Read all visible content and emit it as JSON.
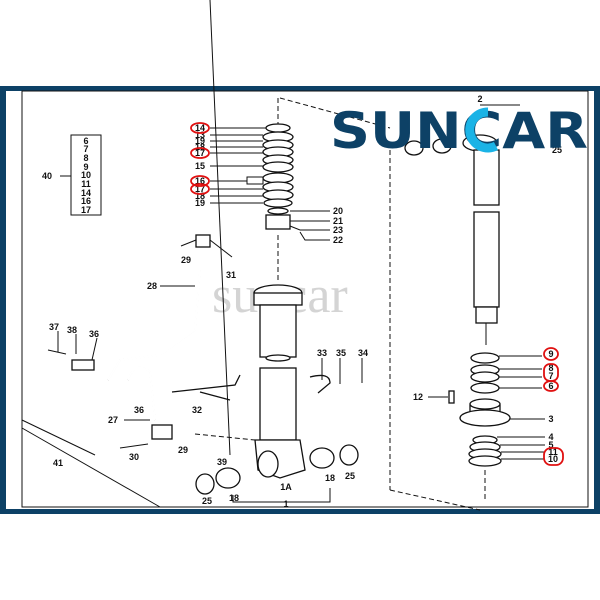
{
  "brand": {
    "logo_text": "SUNCAR",
    "watermark": "suncar",
    "logo_color": "#0d4166",
    "accent_color": "#1ab3e6",
    "highlight_color": "#e01010"
  },
  "kit_box": {
    "label": "40",
    "items": [
      "6",
      "7",
      "8",
      "9",
      "10",
      "11",
      "14",
      "16",
      "17"
    ]
  },
  "labels": {
    "l14a": "14",
    "l13": "13",
    "l19a": "19",
    "l18a": "18",
    "l17a": "17",
    "l15": "15",
    "l16": "16",
    "l17b": "17",
    "l18b": "18",
    "l19b": "19",
    "l20": "20",
    "l21": "21",
    "l23": "23",
    "l22": "22",
    "l29a": "29",
    "l31": "31",
    "l28": "28",
    "l37": "37",
    "l38": "38",
    "l36a": "36",
    "l33": "33",
    "l35": "35",
    "l34": "34",
    "l36b": "36",
    "l32": "32",
    "l27": "27",
    "l30": "30",
    "l29b": "29",
    "l41": "41",
    "l39": "39",
    "l18c": "18",
    "l25a": "25",
    "l1A": "1A",
    "l1": "1",
    "l18d": "18",
    "l25b": "25",
    "l2": "2",
    "l25c": "25",
    "l9": "9",
    "l8": "8",
    "l7": "7",
    "l6": "6",
    "l12": "12",
    "l3": "3",
    "l4": "4",
    "l5": "5",
    "l11": "11",
    "l10": "10"
  }
}
